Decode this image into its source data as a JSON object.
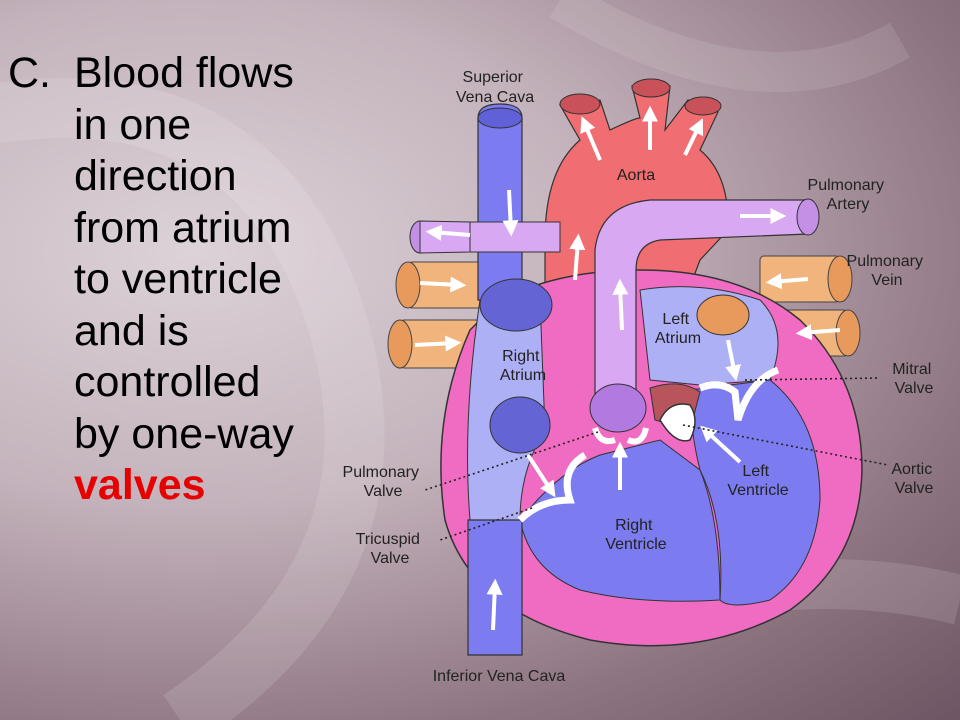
{
  "slide": {
    "bullet_letter": "C.",
    "lines": [
      "Blood flows",
      "in one",
      "direction",
      "from atrium",
      "to ventricle",
      "and is",
      "controlled",
      "by one-way"
    ],
    "emphasis": "valves"
  },
  "diagram": {
    "labels": {
      "superior_vena_cava": [
        "Superior",
        "Vena Cava"
      ],
      "aorta": "Aorta",
      "pulmonary_artery": [
        "Pulmonary",
        "Artery"
      ],
      "pulmonary_vein": [
        "Pulmonary",
        "Vein"
      ],
      "left_atrium": [
        "Left",
        "Atrium"
      ],
      "right_atrium": [
        "Right",
        "Atrium"
      ],
      "mitral_valve": [
        "Mitral",
        "Valve"
      ],
      "aortic_valve": [
        "Aortic",
        "Valve"
      ],
      "left_ventricle": [
        "Left",
        "Ventricle"
      ],
      "pulmonary_valve": [
        "Pulmonary",
        "Valve"
      ],
      "right_ventricle": [
        "Right",
        "Ventricle"
      ],
      "tricuspid_valve": [
        "Tricuspid",
        "Valve"
      ],
      "inferior_vena_cava": "Inferior Vena Cava"
    },
    "colors": {
      "deoxygenated": "#7c7cf0",
      "right_atrium": "#aeb0f5",
      "aorta": "#f06e72",
      "pulmonary_artery": "#d8a8f2",
      "pulmonary_vein": "#f0b47c",
      "myocardium": "#f06cc2",
      "valve_purple": "#b27ae0",
      "valve_red": "#b8545c"
    }
  }
}
